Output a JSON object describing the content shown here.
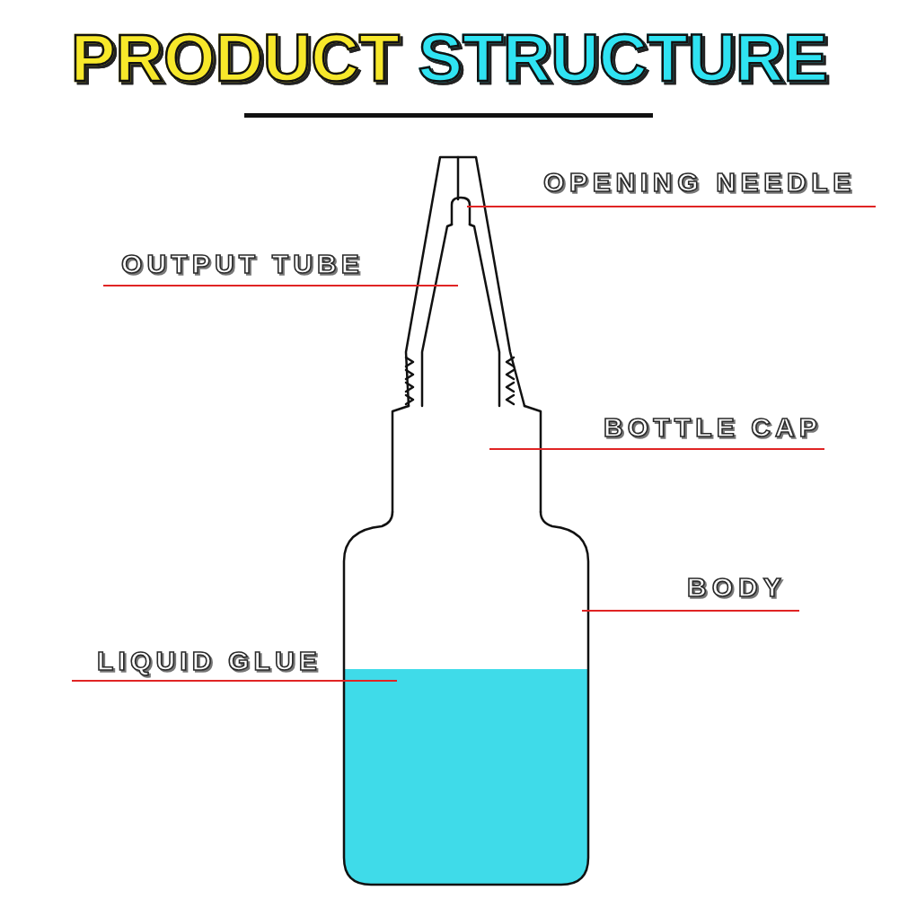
{
  "diagram": {
    "title": "PRODUCT STRUCTURE",
    "labels": [
      "OPENING NEEDLE",
      "OUTPUT TUBE",
      "BOTTLE CAP",
      "BODY",
      "LIQUID GLUE"
    ]
  }
}
